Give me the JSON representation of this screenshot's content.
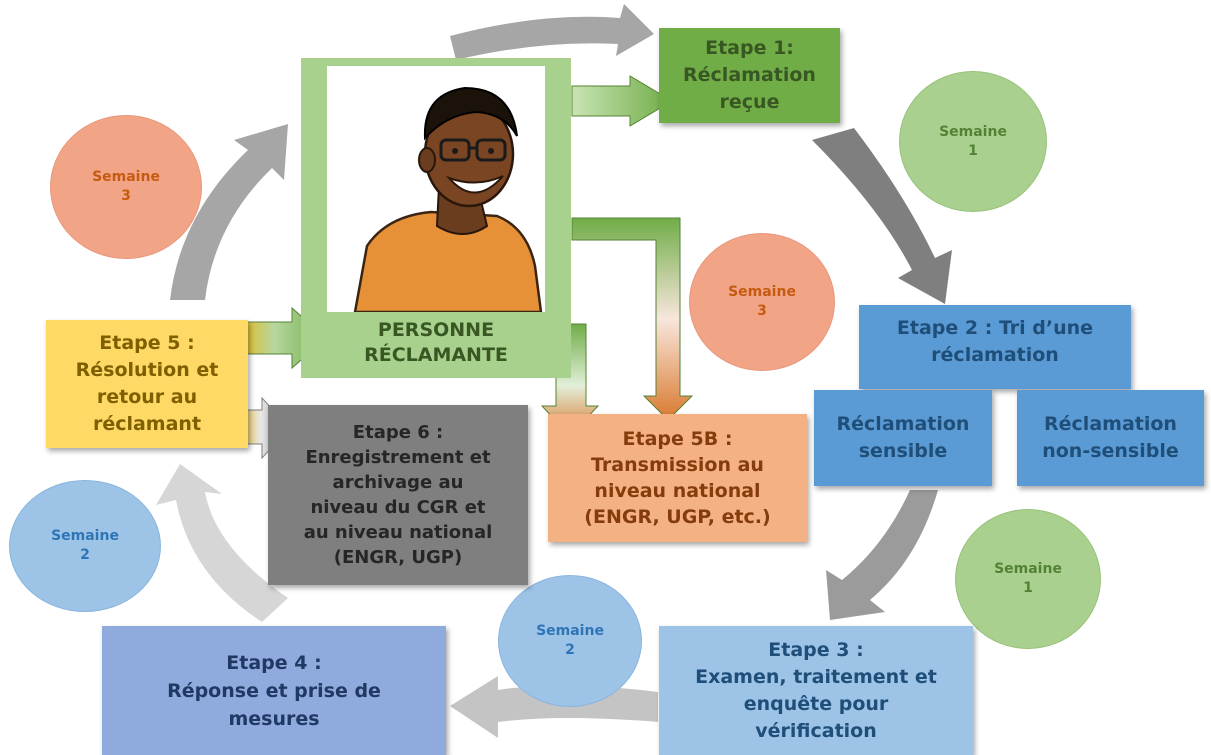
{
  "person_label": [
    "PERSONNE",
    "RÉCLAMANTE"
  ],
  "steps": {
    "etape1": {
      "lines": [
        "Etape 1:",
        "Réclamation",
        "reçue"
      ]
    },
    "etape2": {
      "lines": [
        "Etape 2 : Tri d’une",
        "réclamation"
      ]
    },
    "sensible": {
      "lines": [
        "Réclamation",
        "sensible"
      ]
    },
    "non_sensible": {
      "lines": [
        "Réclamation",
        "non-sensible"
      ]
    },
    "etape3": {
      "lines": [
        "Etape 3 :",
        "Examen, traitement et",
        "enquête pour",
        "vérification"
      ]
    },
    "etape4": {
      "lines": [
        "Etape 4 :",
        "Réponse et prise de",
        "mesures"
      ]
    },
    "etape5": {
      "lines": [
        "Etape 5 :",
        "Résolution et",
        "retour au",
        "réclamant"
      ]
    },
    "etape5b": {
      "lines": [
        "Etape 5B :",
        "Transmission au",
        "niveau national",
        "(ENGR, UGP, etc.)"
      ]
    },
    "etape6": {
      "lines": [
        "Etape 6 :",
        "Enregistrement et",
        "archivage au",
        "niveau du CGR et",
        "au niveau national",
        "(ENGR, UGP)"
      ]
    }
  },
  "weeks": {
    "w3_left": [
      "Semaine",
      "3"
    ],
    "w1_top": [
      "Semaine",
      "1"
    ],
    "w3_mid": [
      "Semaine",
      "3"
    ],
    "w1_bottom": [
      "Semaine",
      "1"
    ],
    "w2_left": [
      "Semaine",
      "2"
    ],
    "w2_bottom": [
      "Semaine",
      "2"
    ]
  },
  "colors": {
    "green_box": "#70ad47",
    "green_text": "#385723",
    "blue_box": "#5b9bd5",
    "blue_text": "#1f4e79",
    "light_blue_box": "#9dc3e6",
    "purple_box": "#8faadc",
    "orange_box": "#f4b183",
    "yellow_box": "#ffd966",
    "grey_box": "#7f7f7f",
    "cycle_arrow": "#a6a6a6"
  }
}
